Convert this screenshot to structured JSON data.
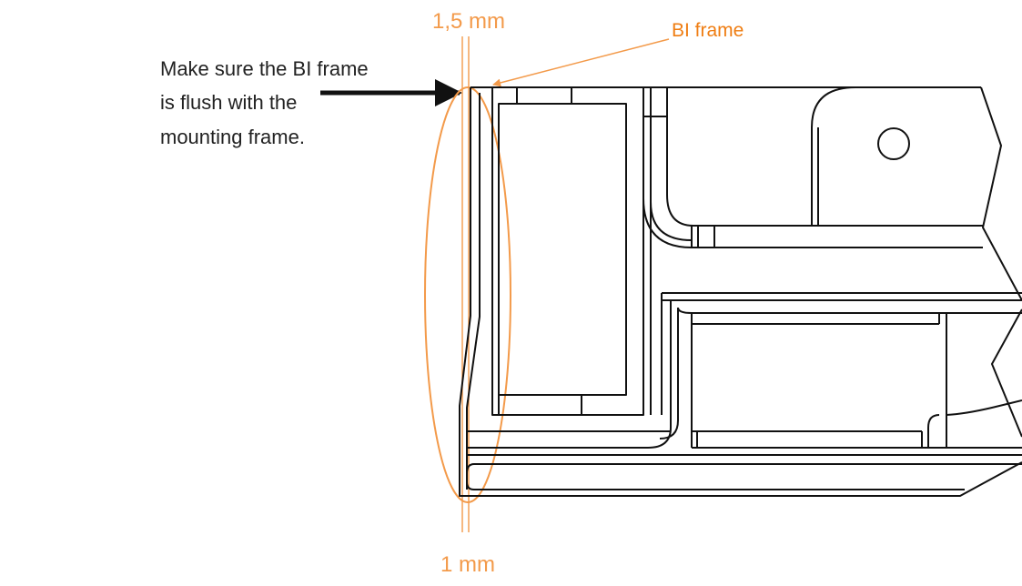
{
  "instruction_text": [
    "Make sure the BI frame",
    "is flush with the",
    "mounting frame."
  ],
  "dimension_top": "1,5 mm",
  "dimension_bottom": "1 mm",
  "callout_label": "BI frame",
  "colors": {
    "accent": "#f39a4a",
    "callout_text": "#ef7d12",
    "drawing": "#111111",
    "text": "#222222"
  }
}
